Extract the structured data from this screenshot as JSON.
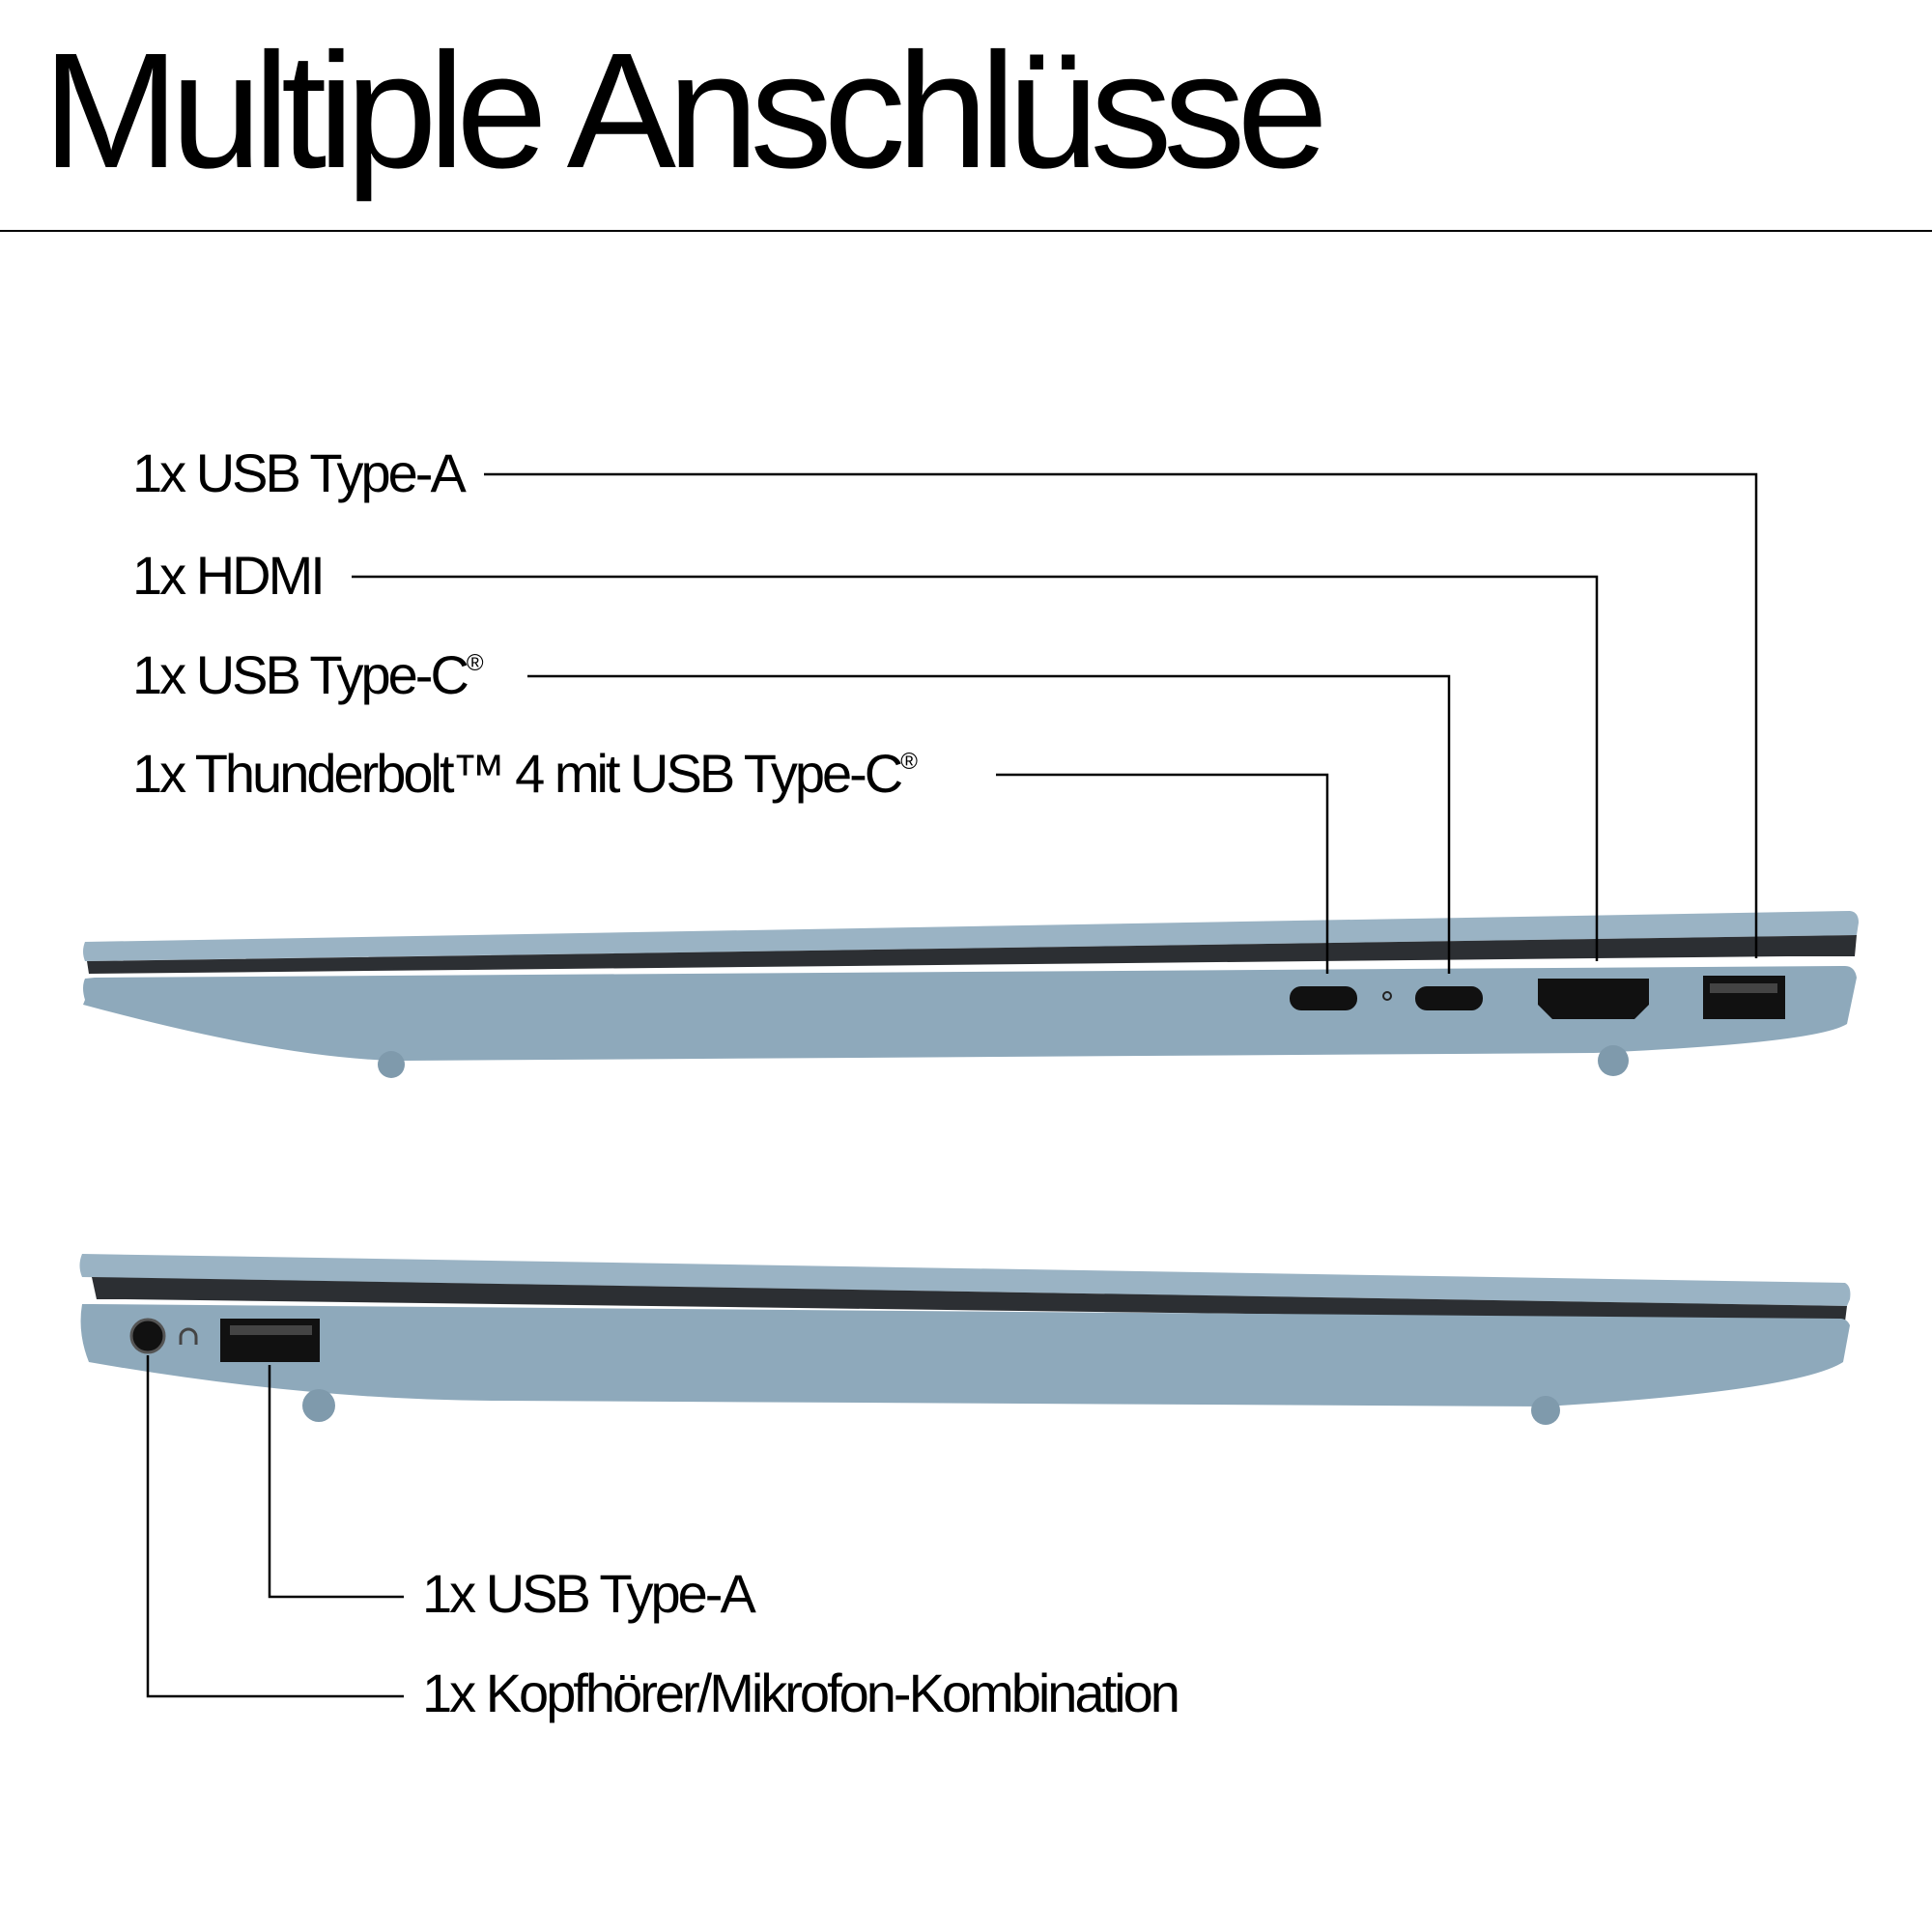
{
  "title": "Multiple Anschlüsse",
  "right_side_ports": [
    {
      "label": "1x USB Type-A",
      "mark": ""
    },
    {
      "label": "1x HDMI",
      "mark": ""
    },
    {
      "label": "1x USB Type-C",
      "mark": "®"
    },
    {
      "label": "1x Thunderbolt™ 4 mit USB Type-C",
      "mark": "®"
    }
  ],
  "left_side_ports": [
    {
      "label": "1x USB Type-A"
    },
    {
      "label": "1x Kopfhörer/Mikrofon-Kombination"
    }
  ],
  "colors": {
    "laptop_body": "#8ea9bb",
    "laptop_lid": "#9ab3c4",
    "port": "#111111"
  }
}
